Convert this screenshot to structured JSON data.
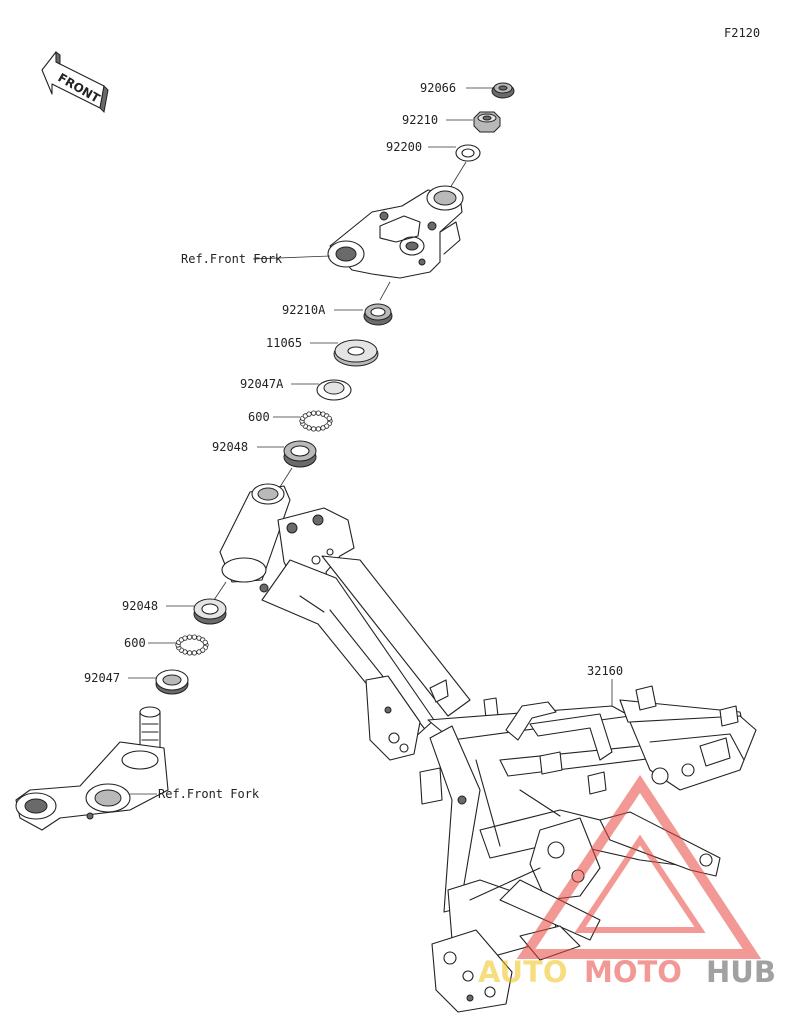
{
  "diagram_code": "F2120",
  "front_indicator": "FRONT",
  "labels": {
    "p92066": "92066",
    "p92210": "92210",
    "p92200": "92200",
    "ref_fork_upper": "Ref.Front Fork",
    "p92210a": "92210A",
    "p11065": "11065",
    "p92047a": "92047A",
    "p600_upper": "600",
    "p92048_upper": "92048",
    "p92048_lower": "92048",
    "p600_lower": "600",
    "p92047": "92047",
    "ref_fork_lower": "Ref.Front Fork",
    "p32160": "32160"
  },
  "watermark": {
    "part1": "AUTO",
    "part2": "MOTO",
    "part3": "HUB",
    "colors": {
      "auto": "#f0c419",
      "moto": "#e8473f",
      "hub": "#555555",
      "logo": "#e8473f"
    }
  },
  "icons": {
    "front_arrow": "front-arrow-icon"
  }
}
